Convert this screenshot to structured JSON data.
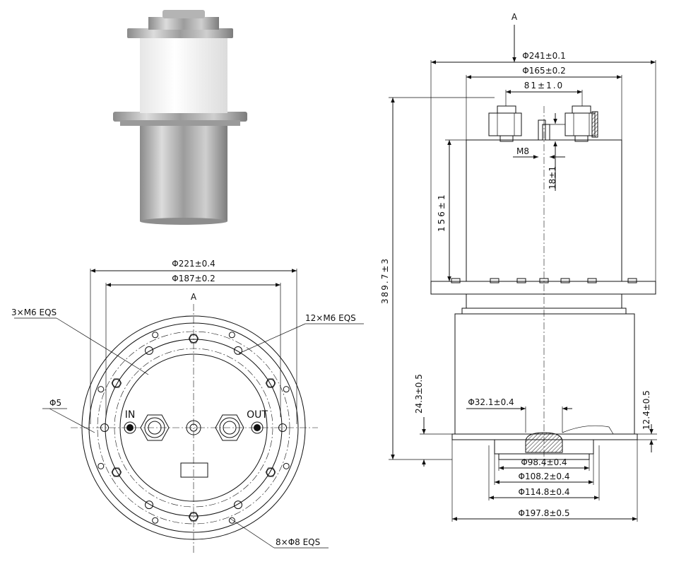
{
  "front_view": {
    "view_marker": "A",
    "outer_diameter": "Φ221±0.4",
    "bolt_circle_diameter": "Φ187±0.2",
    "hole_dia": "Φ5",
    "holes_3": "3×M6 EQS",
    "holes_12": "12×M6 EQS",
    "holes_8": "8×Φ8 EQS",
    "in_label": "IN",
    "out_label": "OUT"
  },
  "side_view": {
    "view_marker": "A",
    "top_dia": "Φ241±0.1",
    "mid_dia": "Φ165±0.2",
    "spacing": "81±1.0",
    "thread": "M8",
    "thread_len": "18±1",
    "height_cyl": "156±1",
    "height_total": "389.7±3",
    "h_24": "24.3±0.5",
    "h_12": "12.4±0.5",
    "d_32": "Φ32.1±0.4",
    "d_98": "Φ98.4±0.4",
    "d_108": "Φ108.2±0.4",
    "d_114": "Φ114.8±0.4",
    "d_197": "Φ197.8±0.5"
  }
}
